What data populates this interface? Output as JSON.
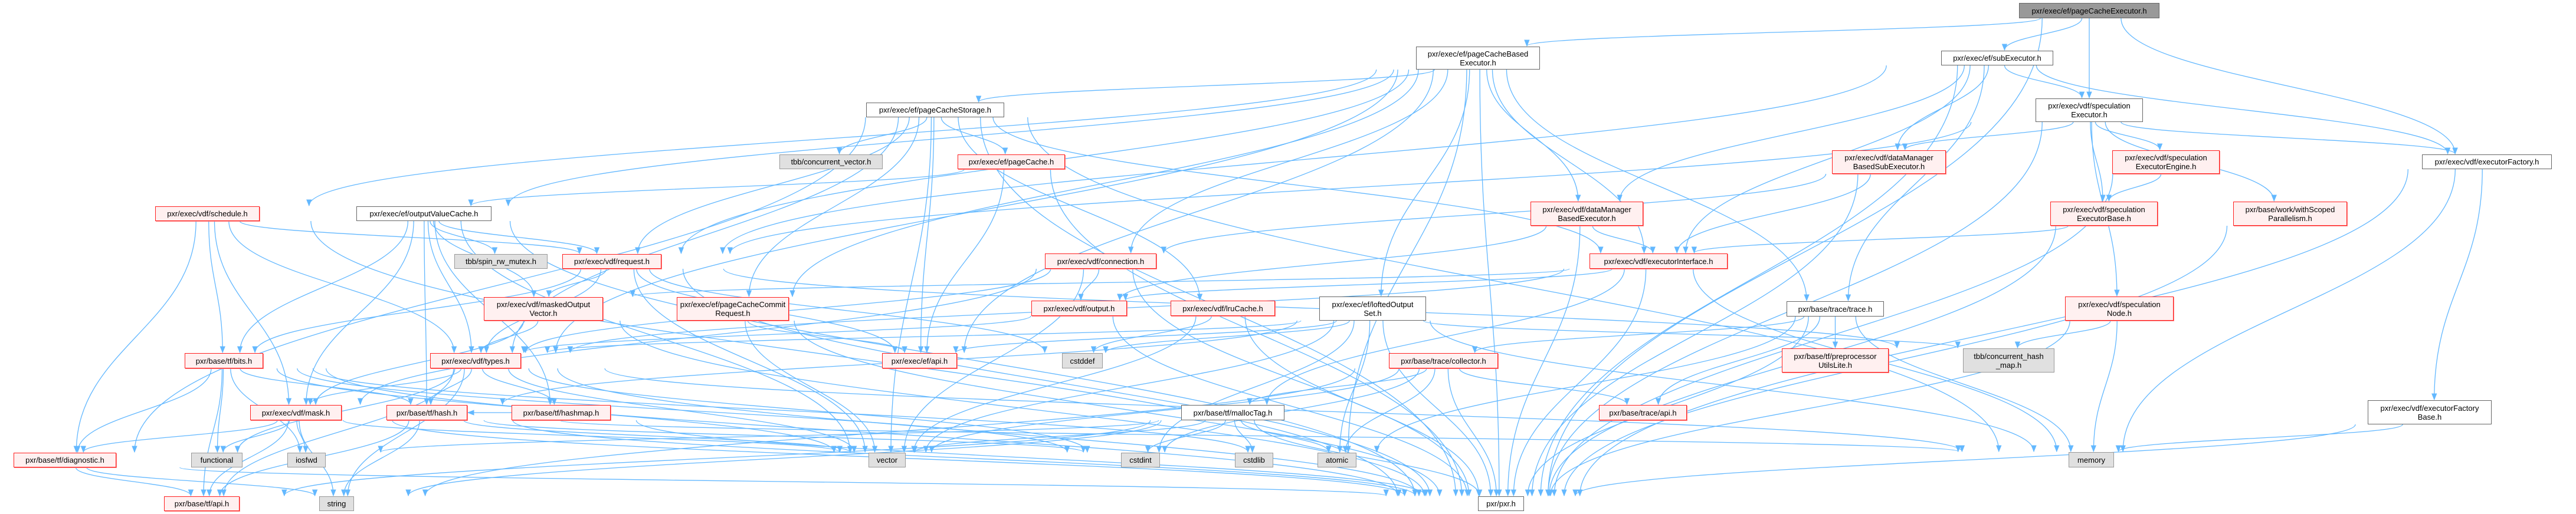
{
  "graph": {
    "title": "pxr/exec/ef/pageCacheExecutor.h",
    "colors": {
      "edge": "#63B8FF",
      "red_border": "#FF2020",
      "red_fill": "#FFF0F0",
      "gray_fill": "#E0E0E0",
      "root_fill": "#999999"
    },
    "nodes": [
      {
        "id": "root",
        "label": "pxr/exec/ef/pageCacheExecutor.h",
        "style": "root"
      },
      {
        "id": "pcbe",
        "label": "pxr/exec/ef/pageCacheBased\nExecutor.h",
        "style": "white"
      },
      {
        "id": "sub",
        "label": "pxr/exec/ef/subExecutor.h",
        "style": "white"
      },
      {
        "id": "spec",
        "label": "pxr/exec/vdf/speculation\nExecutor.h",
        "style": "white"
      },
      {
        "id": "pcs",
        "label": "pxr/exec/ef/pageCacheStorage.h",
        "style": "white"
      },
      {
        "id": "tbbvec",
        "label": "tbb/concurrent_vector.h",
        "style": "gray"
      },
      {
        "id": "pcache",
        "label": "pxr/exec/ef/pageCache.h",
        "style": "red"
      },
      {
        "id": "dmbse",
        "label": "pxr/exec/vdf/dataManager\nBasedSubExecutor.h",
        "style": "red"
      },
      {
        "id": "specEng",
        "label": "pxr/exec/vdf/speculation\nExecutorEngine.h",
        "style": "red"
      },
      {
        "id": "fact",
        "label": "pxr/exec/vdf/executorFactory.h",
        "style": "white"
      },
      {
        "id": "dmbe",
        "label": "pxr/exec/vdf/dataManager\nBasedExecutor.h",
        "style": "red"
      },
      {
        "id": "specBase",
        "label": "pxr/exec/vdf/speculation\nExecutorBase.h",
        "style": "red"
      },
      {
        "id": "wsp",
        "label": "pxr/base/work/withScoped\nParallelism.h",
        "style": "red"
      },
      {
        "id": "sched",
        "label": "pxr/exec/vdf/schedule.h",
        "style": "red"
      },
      {
        "id": "ovc",
        "label": "pxr/exec/ef/outputValueCache.h",
        "style": "white"
      },
      {
        "id": "spin",
        "label": "tbb/spin_rw_mutex.h",
        "style": "gray"
      },
      {
        "id": "req",
        "label": "pxr/exec/vdf/request.h",
        "style": "red"
      },
      {
        "id": "conn",
        "label": "pxr/exec/vdf/connection.h",
        "style": "red"
      },
      {
        "id": "ei",
        "label": "pxr/exec/vdf/executorInterface.h",
        "style": "red"
      },
      {
        "id": "mov",
        "label": "pxr/exec/vdf/maskedOutput\nVector.h",
        "style": "red"
      },
      {
        "id": "pccr",
        "label": "pxr/exec/ef/pageCacheCommit\nRequest.h",
        "style": "red"
      },
      {
        "id": "out",
        "label": "pxr/exec/vdf/output.h",
        "style": "red"
      },
      {
        "id": "lru",
        "label": "pxr/exec/vdf/lruCache.h",
        "style": "red"
      },
      {
        "id": "lofted",
        "label": "pxr/exec/ef/loftedOutput\nSet.h",
        "style": "white"
      },
      {
        "id": "trace",
        "label": "pxr/base/trace/trace.h",
        "style": "white"
      },
      {
        "id": "specNode",
        "label": "pxr/exec/vdf/speculation\nNode.h",
        "style": "red"
      },
      {
        "id": "ppu",
        "label": "pxr/base/tf/preprocessor\nUtilsLite.h",
        "style": "red"
      },
      {
        "id": "chm",
        "label": "tbb/concurrent_hash\n_map.h",
        "style": "gray"
      },
      {
        "id": "bits",
        "label": "pxr/base/tf/bits.h",
        "style": "red"
      },
      {
        "id": "types",
        "label": "pxr/exec/vdf/types.h",
        "style": "red"
      },
      {
        "id": "efapi",
        "label": "pxr/exec/ef/api.h",
        "style": "red"
      },
      {
        "id": "cstddef",
        "label": "cstddef",
        "style": "gray"
      },
      {
        "id": "coll",
        "label": "pxr/base/trace/collector.h",
        "style": "red"
      },
      {
        "id": "mask",
        "label": "pxr/exec/vdf/mask.h",
        "style": "red"
      },
      {
        "id": "hash",
        "label": "pxr/base/tf/hash.h",
        "style": "red"
      },
      {
        "id": "hashmap",
        "label": "pxr/base/tf/hashmap.h",
        "style": "red"
      },
      {
        "id": "malloc",
        "label": "pxr/base/tf/mallocTag.h",
        "style": "white"
      },
      {
        "id": "tapi",
        "label": "pxr/base/trace/api.h",
        "style": "red"
      },
      {
        "id": "fbase",
        "label": "pxr/exec/vdf/executorFactory\nBase.h",
        "style": "white"
      },
      {
        "id": "diag",
        "label": "pxr/base/tf/diagnostic.h",
        "style": "red"
      },
      {
        "id": "func",
        "label": "functional",
        "style": "gray"
      },
      {
        "id": "iosfwd",
        "label": "iosfwd",
        "style": "gray"
      },
      {
        "id": "vector",
        "label": "vector",
        "style": "gray"
      },
      {
        "id": "cstdint",
        "label": "cstdint",
        "style": "gray"
      },
      {
        "id": "cstdlib",
        "label": "cstdlib",
        "style": "gray"
      },
      {
        "id": "atomic",
        "label": "atomic",
        "style": "gray"
      },
      {
        "id": "memory",
        "label": "memory",
        "style": "gray"
      },
      {
        "id": "tfapi",
        "label": "pxr/base/tf/api.h",
        "style": "red"
      },
      {
        "id": "string",
        "label": "string",
        "style": "gray"
      },
      {
        "id": "pxr",
        "label": "pxr/pxr.h",
        "style": "white"
      }
    ],
    "edges": [
      [
        "root",
        "pcbe"
      ],
      [
        "root",
        "sub"
      ],
      [
        "root",
        "spec"
      ],
      [
        "root",
        "fact"
      ],
      [
        "root",
        "pxr"
      ],
      [
        "pcbe",
        "pcs"
      ],
      [
        "pcbe",
        "ovc"
      ],
      [
        "pcbe",
        "sched"
      ],
      [
        "pcbe",
        "req"
      ],
      [
        "pcbe",
        "types"
      ],
      [
        "pcbe",
        "conn"
      ],
      [
        "pcbe",
        "dmbe"
      ],
      [
        "pcbe",
        "ei"
      ],
      [
        "pcbe",
        "lofted"
      ],
      [
        "pcbe",
        "trace"
      ],
      [
        "pcbe",
        "efapi"
      ],
      [
        "pcbe",
        "pxr"
      ],
      [
        "pcbe",
        "atomic"
      ],
      [
        "pcbe",
        "pccr"
      ],
      [
        "sub",
        "dmbse"
      ],
      [
        "sub",
        "spec"
      ],
      [
        "sub",
        "fact"
      ],
      [
        "sub",
        "ei"
      ],
      [
        "sub",
        "req"
      ],
      [
        "sub",
        "pxr"
      ],
      [
        "sub",
        "trace"
      ],
      [
        "sub",
        "dmbe"
      ],
      [
        "spec",
        "dmbse"
      ],
      [
        "spec",
        "specEng"
      ],
      [
        "spec",
        "specBase"
      ],
      [
        "spec",
        "wsp"
      ],
      [
        "spec",
        "specNode"
      ],
      [
        "spec",
        "fact"
      ],
      [
        "spec",
        "pxr"
      ],
      [
        "spec",
        "req"
      ],
      [
        "dmbse",
        "ei"
      ],
      [
        "dmbse",
        "conn"
      ],
      [
        "dmbse",
        "pxr"
      ],
      [
        "specEng",
        "specBase"
      ],
      [
        "specEng",
        "pxr"
      ],
      [
        "specBase",
        "ei"
      ],
      [
        "specBase",
        "pxr"
      ],
      [
        "wsp",
        "pxr"
      ],
      [
        "fact",
        "fbase"
      ],
      [
        "fact",
        "memory"
      ],
      [
        "fact",
        "pxr"
      ],
      [
        "fbase",
        "memory"
      ],
      [
        "fbase",
        "pxr"
      ],
      [
        "specNode",
        "chm"
      ],
      [
        "specNode",
        "memory"
      ],
      [
        "specNode",
        "pxr"
      ],
      [
        "pcs",
        "tbbvec"
      ],
      [
        "pcs",
        "pcache"
      ],
      [
        "pcs",
        "lru"
      ],
      [
        "pcs",
        "pccr"
      ],
      [
        "pcs",
        "req"
      ],
      [
        "pcs",
        "types"
      ],
      [
        "pcs",
        "efapi"
      ],
      [
        "pcs",
        "vector"
      ],
      [
        "pcs",
        "pxr"
      ],
      [
        "pcs",
        "diag"
      ],
      [
        "pcs",
        "ei"
      ],
      [
        "pcs",
        "memory"
      ],
      [
        "pcache",
        "efapi"
      ],
      [
        "pcache",
        "pxr"
      ],
      [
        "pcache",
        "ovc"
      ],
      [
        "ovc",
        "spin"
      ],
      [
        "ovc",
        "req"
      ],
      [
        "ovc",
        "mov"
      ],
      [
        "ovc",
        "types"
      ],
      [
        "ovc",
        "mask"
      ],
      [
        "ovc",
        "hash"
      ],
      [
        "ovc",
        "hashmap"
      ],
      [
        "ovc",
        "vector"
      ],
      [
        "ovc",
        "pxr"
      ],
      [
        "ovc",
        "bits"
      ],
      [
        "sched",
        "req"
      ],
      [
        "sched",
        "bits"
      ],
      [
        "sched",
        "types"
      ],
      [
        "sched",
        "mask"
      ],
      [
        "sched",
        "diag"
      ],
      [
        "sched",
        "pxr"
      ],
      [
        "req",
        "mov"
      ],
      [
        "req",
        "types"
      ],
      [
        "req",
        "bits"
      ],
      [
        "req",
        "efapi"
      ],
      [
        "req",
        "cstddef"
      ],
      [
        "req",
        "vector"
      ],
      [
        "req",
        "pxr"
      ],
      [
        "req",
        "chm"
      ],
      [
        "mov",
        "mask"
      ],
      [
        "mov",
        "types"
      ],
      [
        "mov",
        "pxr"
      ],
      [
        "pccr",
        "efapi"
      ],
      [
        "pccr",
        "vector"
      ],
      [
        "pccr",
        "pxr"
      ],
      [
        "conn",
        "out"
      ],
      [
        "conn",
        "types"
      ],
      [
        "conn",
        "vector"
      ],
      [
        "conn",
        "pxr"
      ],
      [
        "conn",
        "mask"
      ],
      [
        "ei",
        "out"
      ],
      [
        "ei",
        "mov"
      ],
      [
        "ei",
        "types"
      ],
      [
        "ei",
        "malloc"
      ],
      [
        "ei",
        "pxr"
      ],
      [
        "ei",
        "memory"
      ],
      [
        "dmbe",
        "ei"
      ],
      [
        "dmbe",
        "out"
      ],
      [
        "dmbe",
        "pxr"
      ],
      [
        "out",
        "types"
      ],
      [
        "out",
        "pxr"
      ],
      [
        "lru",
        "cstddef"
      ],
      [
        "lru",
        "vector"
      ],
      [
        "lru",
        "pxr"
      ],
      [
        "lofted",
        "types"
      ],
      [
        "lofted",
        "efapi"
      ],
      [
        "lofted",
        "cstddef"
      ],
      [
        "lofted",
        "hash"
      ],
      [
        "lofted",
        "cstdint"
      ],
      [
        "lofted",
        "atomic"
      ],
      [
        "lofted",
        "vector"
      ],
      [
        "lofted",
        "pxr"
      ],
      [
        "lofted",
        "chm"
      ],
      [
        "lofted",
        "memory"
      ],
      [
        "trace",
        "coll"
      ],
      [
        "trace",
        "ppu"
      ],
      [
        "trace",
        "tapi"
      ],
      [
        "trace",
        "pxr"
      ],
      [
        "trace",
        "atomic"
      ],
      [
        "trace",
        "memory"
      ],
      [
        "coll",
        "malloc"
      ],
      [
        "coll",
        "tapi"
      ],
      [
        "coll",
        "atomic"
      ],
      [
        "coll",
        "pxr"
      ],
      [
        "coll",
        "vector"
      ],
      [
        "coll",
        "string"
      ],
      [
        "coll",
        "cstdint"
      ],
      [
        "malloc",
        "cstdint"
      ],
      [
        "malloc",
        "cstdlib"
      ],
      [
        "malloc",
        "atomic"
      ],
      [
        "malloc",
        "vector"
      ],
      [
        "malloc",
        "string"
      ],
      [
        "malloc",
        "pxr"
      ],
      [
        "malloc",
        "tfapi"
      ],
      [
        "malloc",
        "iosfwd"
      ],
      [
        "types",
        "mask"
      ],
      [
        "types",
        "hash"
      ],
      [
        "types",
        "hashmap"
      ],
      [
        "types",
        "func"
      ],
      [
        "types",
        "cstdint"
      ],
      [
        "types",
        "vector"
      ],
      [
        "types",
        "tfapi"
      ],
      [
        "types",
        "pxr"
      ],
      [
        "types",
        "memory"
      ],
      [
        "types",
        "string"
      ],
      [
        "bits",
        "diag"
      ],
      [
        "bits",
        "hash"
      ],
      [
        "bits",
        "tfapi"
      ],
      [
        "bits",
        "func"
      ],
      [
        "bits",
        "iosfwd"
      ],
      [
        "bits",
        "atomic"
      ],
      [
        "bits",
        "cstdint"
      ],
      [
        "bits",
        "vector"
      ],
      [
        "bits",
        "pxr"
      ],
      [
        "mask",
        "diag"
      ],
      [
        "mask",
        "func"
      ],
      [
        "mask",
        "iosfwd"
      ],
      [
        "mask",
        "string"
      ],
      [
        "mask",
        "vector"
      ],
      [
        "mask",
        "pxr"
      ],
      [
        "mask",
        "tfapi"
      ],
      [
        "hash",
        "tfapi"
      ],
      [
        "hash",
        "string"
      ],
      [
        "hash",
        "vector"
      ],
      [
        "hash",
        "memory"
      ],
      [
        "hash",
        "cstdint"
      ],
      [
        "hash",
        "pxr"
      ],
      [
        "hashmap",
        "hash"
      ],
      [
        "hashmap",
        "pxr"
      ],
      [
        "diag",
        "tfapi"
      ],
      [
        "diag",
        "string"
      ],
      [
        "diag",
        "pxr"
      ]
    ]
  }
}
